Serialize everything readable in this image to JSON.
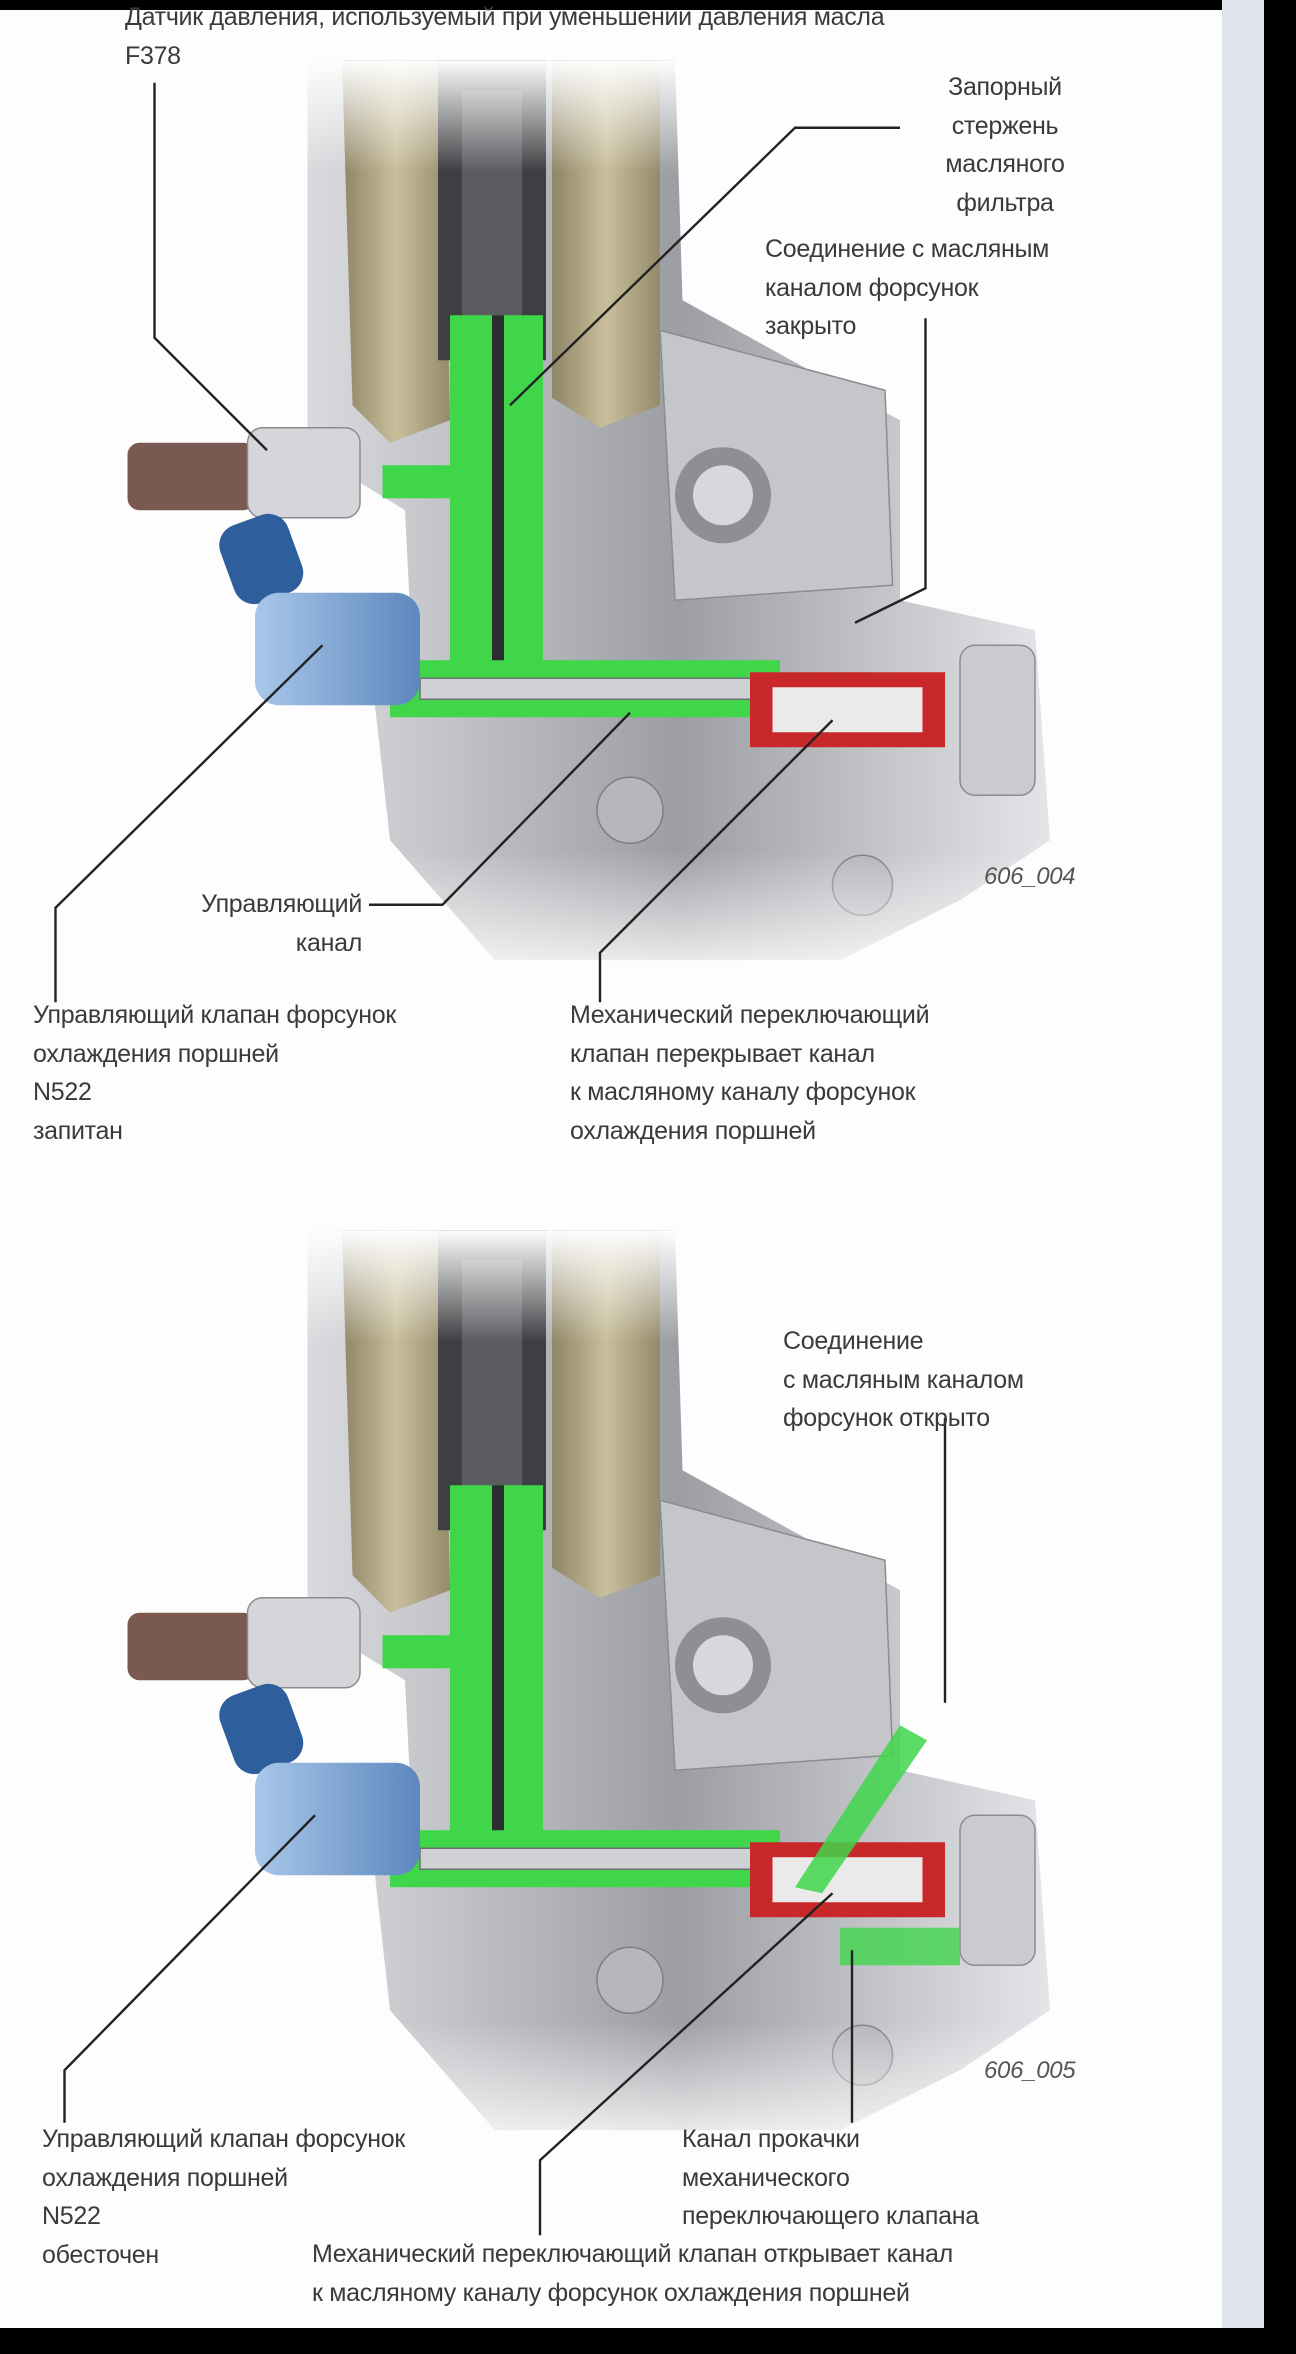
{
  "diagram1": {
    "sensor_label": [
      "Датчик давления, используемый при уменьшении давления масла",
      "F378"
    ],
    "rod_label": [
      "Запорный",
      "стержень",
      "масляного",
      "фильтра"
    ],
    "connection_label": [
      "Соединение с масляным",
      "каналом форсунок",
      "закрыто"
    ],
    "code": "606_004",
    "control_channel_label": [
      "Управляющий",
      "канал"
    ],
    "valve_label": [
      "Управляющий клапан форсунок",
      "охлаждения поршней",
      "N522",
      "запитан"
    ],
    "mech_valve_label": [
      "Механический переключающий",
      "клапан перекрывает канал",
      "к масляному каналу форсунок",
      "охлаждения поршней"
    ]
  },
  "diagram2": {
    "connection_label": [
      "Соединение",
      "с масляным каналом",
      "форсунок открыто"
    ],
    "code": "606_005",
    "valve_label": [
      "Управляющий клапан форсунок",
      "охлаждения поршней",
      "N522",
      "обесточен"
    ],
    "bleed_label": [
      "Канал прокачки",
      "механического",
      "переключающего клапана"
    ],
    "mech_valve_label": [
      "Механический переключающий клапан открывает канал",
      "к масляному каналу форсунок охлаждения поршней"
    ]
  },
  "colors": {
    "oil": "#3fd64a",
    "housing": "#a9abb0",
    "cylinder": "#b8ad8a",
    "valve": "#7ea9d8",
    "connector": "#7a5a50",
    "switch_valve": "#c8282a"
  }
}
